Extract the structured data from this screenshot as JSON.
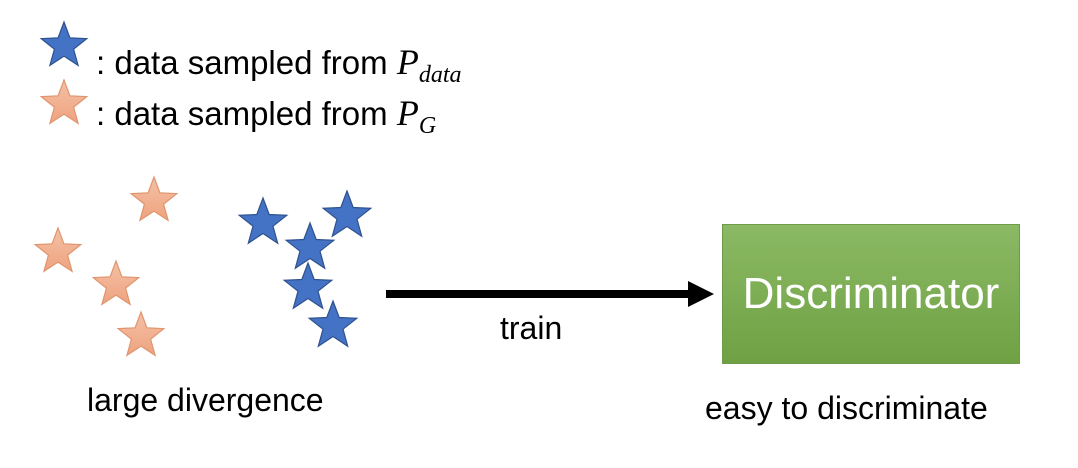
{
  "legend": [
    {
      "icon": "blue-star-icon",
      "color": "#4472c4",
      "text": ": data sampled from ",
      "math_base": "P",
      "math_sub": "data"
    },
    {
      "icon": "orange-star-icon",
      "color": "#f4b183",
      "text": ": data sampled from ",
      "math_base": "P",
      "math_sub": "G"
    }
  ],
  "colors": {
    "real_star_fill": "#4472c4",
    "real_star_stroke": "#2f528f",
    "generated_star_fill": "#f0ad8a",
    "generated_star_stroke": "#e0956d",
    "discriminator_fill": "#70ad47"
  },
  "left_caption": "large divergence",
  "arrow_label": "train",
  "discriminator": {
    "label": "Discriminator"
  },
  "right_caption": "easy to discriminate"
}
